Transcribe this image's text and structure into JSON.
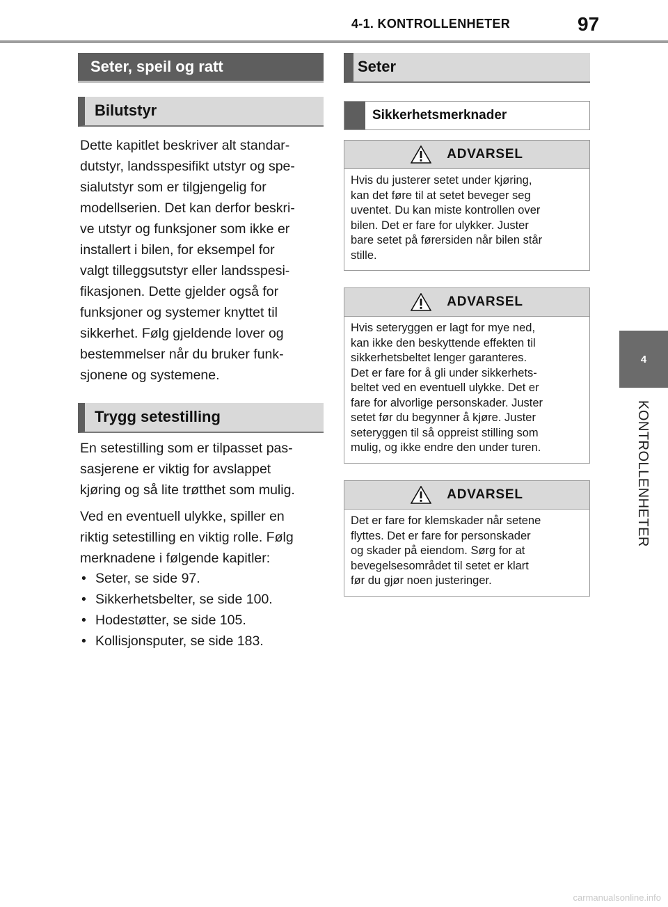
{
  "header": {
    "section_title": "4-1. KONTROLLENHETER",
    "page_number": "97"
  },
  "side_tab": {
    "number": "4",
    "label": "KONTROLLENHETER"
  },
  "left": {
    "banner": "Seter, speil og ratt",
    "bilutstyr": {
      "heading": "Bilutstyr",
      "lines": [
        "Dette kapitlet beskriver alt standar-",
        "dutstyr, landsspesifikt utstyr og spe-",
        "sialutstyr som er tilgjengelig for",
        "modellserien. Det kan derfor beskri-",
        "ve utstyr og funksjoner som ikke er",
        "installert i bilen, for eksempel for",
        "valgt tilleggsutstyr eller landsspesi-",
        "fikasjonen. Dette gjelder også for",
        "funksjoner og systemer knyttet til",
        "sikkerhet. Følg gjeldende lover og",
        "bestemmelser når du bruker funk-",
        "sjonene og systemene."
      ]
    },
    "trygg": {
      "heading": "Trygg setestilling",
      "para1": [
        "En setestilling som er tilpasset pas-",
        "sasjerene er viktig for avslappet",
        "kjøring og så lite trøtthet som mulig."
      ],
      "para2": [
        "Ved en eventuell ulykke, spiller en",
        "riktig setestilling en viktig rolle. Følg",
        "merknadene i følgende kapitler:"
      ],
      "bullets": [
        "Seter, se side 97.",
        "Sikkerhetsbelter, se side 100.",
        "Hodestøtter, se side 105.",
        "Kollisjonsputer, se side 183."
      ]
    }
  },
  "right": {
    "heading": "Seter",
    "box_heading": "Sikkerhetsmerknader",
    "warnings": [
      {
        "label": "ADVARSEL",
        "lines": [
          "Hvis du justerer setet under kjøring,",
          "kan det føre til at setet beveger seg",
          "uventet. Du kan miste kontrollen over",
          "bilen. Det er fare for ulykker. Juster",
          "bare setet på førersiden når bilen står",
          "stille."
        ]
      },
      {
        "label": "ADVARSEL",
        "lines": [
          "Hvis seteryggen er lagt for mye ned,",
          "kan ikke den beskyttende effekten til",
          "sikkerhetsbeltet lenger garanteres.",
          "Det er fare for å gli under sikkerhets-",
          "beltet ved en eventuell ulykke. Det er",
          "fare for alvorlige personskader. Juster",
          "setet før du begynner å kjøre. Juster",
          "seteryggen til så oppreist stilling som",
          "mulig, og ikke endre den under turen."
        ]
      },
      {
        "label": "ADVARSEL",
        "lines": [
          "Det er fare for klemskader når setene",
          "flyttes. Det er fare for personskader",
          "og skader på eiendom. Sørg for at",
          "bevegelsesområdet til setet er klart",
          "før du gjør noen justeringer."
        ]
      }
    ]
  },
  "watermark": "carmanualsonline.info",
  "colors": {
    "banner": "#5e5e5e",
    "subhead_bg": "#d9d9d9",
    "side_tab": "#6b6b6b",
    "rule": "#9e9e9e"
  },
  "icons": {
    "warning": "warning-triangle-icon"
  }
}
